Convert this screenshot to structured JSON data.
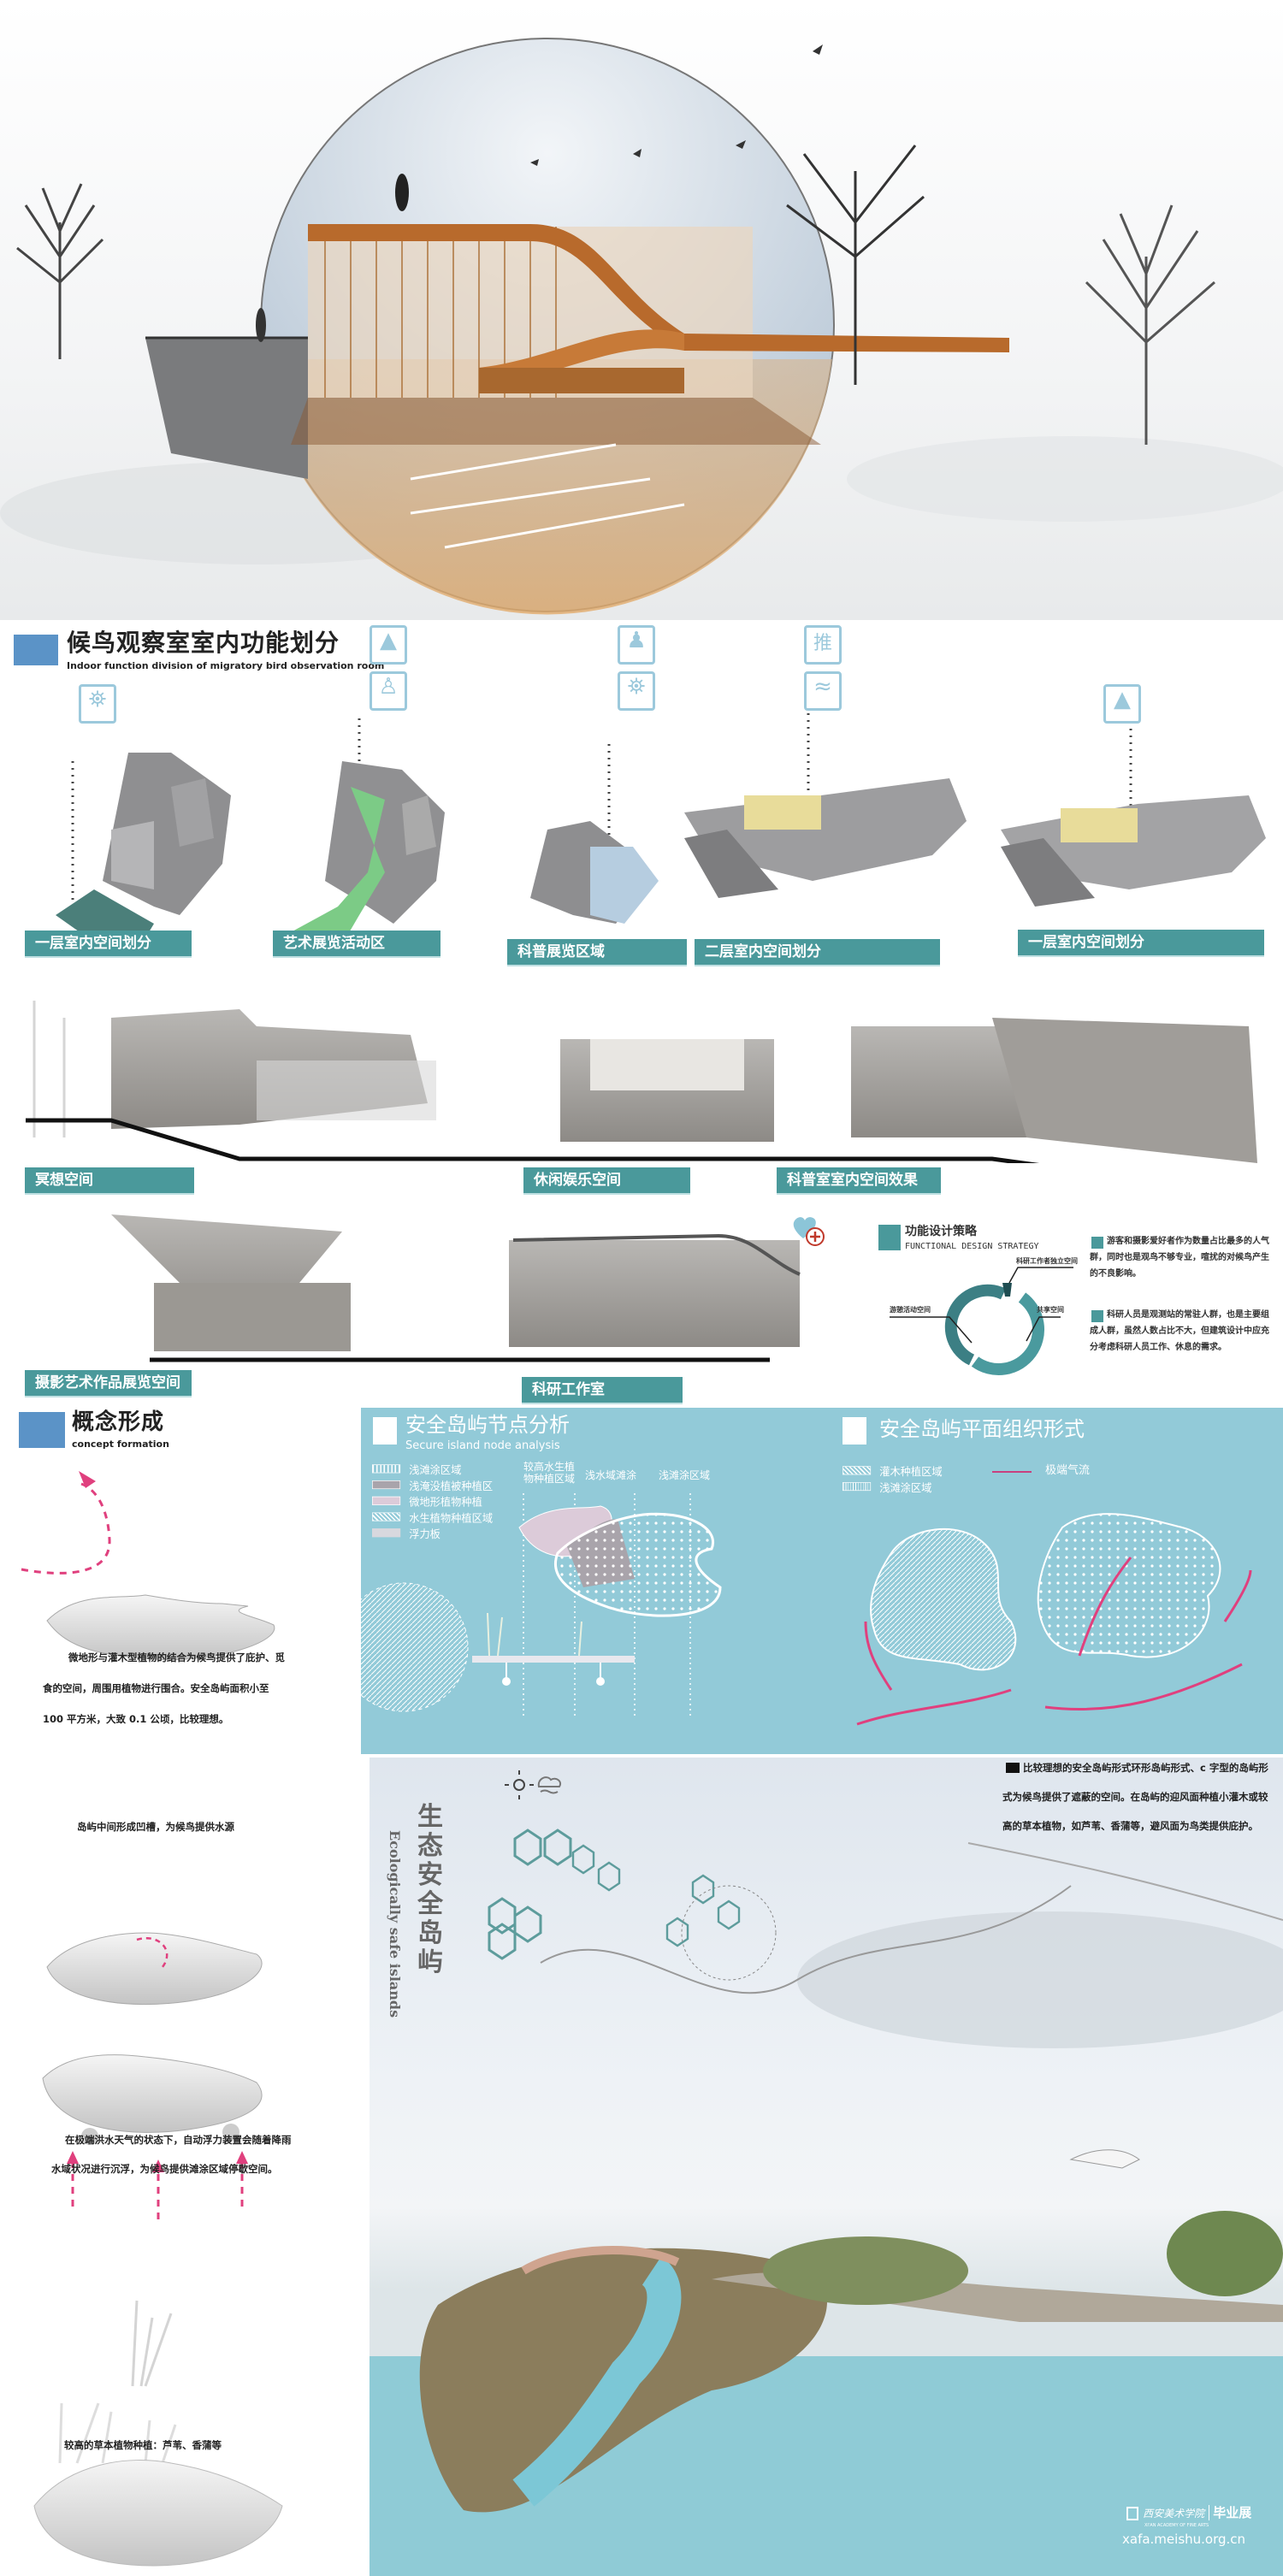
{
  "function_section": {
    "title_cn": "候鸟观察室室内功能划分",
    "title_en": "Indoor function division of migratory bird observation room",
    "diagrams": [
      {
        "label": "一层室内空间划分",
        "icons": [
          "telescope-icon"
        ]
      },
      {
        "label": "艺术展览活动区",
        "icons": [
          "picture-icon",
          "person-icon"
        ]
      },
      {
        "label": "科普展览区域",
        "icons": [
          "reading-person-icon",
          "telescope-icon"
        ]
      },
      {
        "label": "二层室内空间划分",
        "icons": [
          "activity-icon",
          "bird-icon"
        ]
      },
      {
        "label": "一层室内空间划分",
        "icons": [
          "picture-icon"
        ]
      }
    ]
  },
  "spaces": {
    "meditation": "冥想空间",
    "leisure": "休闲娱乐空间",
    "science_interior": "科普室室内空间效果",
    "photo_gallery": "摄影艺术作品展览空间",
    "research_studio": "科研工作室"
  },
  "strategy": {
    "title_cn": "功能设计策略",
    "title_en": "FUNCTIONAL DESIGN STRATEGY",
    "donut_labels": [
      "科研工作者独立空间",
      "游憩活动空间",
      "共享空间"
    ],
    "note_1": "游客和摄影爱好者作为数量占比最多的人气群，同时也是观鸟不够专业，喧扰的对候鸟产生的不良影响。",
    "note_2": "科研人员是观测站的常驻人群，也是主要组成人群，虽然人数占比不大，但建筑设计中应充分考虑科研人员工作、休息的需求。",
    "colors": {
      "shared": "#4a9a9e",
      "leisure": "#3c7f84",
      "research": "#1f4d52"
    }
  },
  "concept": {
    "title_cn": "概念形成",
    "title_en": "concept formation",
    "text_1": "微地形与灌木型植物的结合为候鸟提供了庇护、觅食的空间，周围用植物进行围合。安全岛屿面积小至 100 平方米，大致 0.1 公顷，比较理想。",
    "text_2": "岛屿中间形成凹槽，为候鸟提供水源",
    "text_3": "在极端洪水天气的状态下，自动浮力装置会随着降雨水域状况进行沉浮，为候鸟提供滩涂区域停歇空间。",
    "text_4": "较高的草本植物种植：芦苇、香蒲等"
  },
  "node_analysis": {
    "title_cn": "安全岛屿节点分析",
    "title_en": "Secure island node analysis",
    "legend": [
      "浅滩涂区域",
      "浅淹没植被种植区",
      "微地形植物种植",
      "水生植物种植区域",
      "浮力板"
    ],
    "callouts": [
      "较高水生植物种植区域",
      "浅水域滩涂",
      "浅滩涂区域"
    ]
  },
  "plan_form": {
    "title_cn": "安全岛屿平面组织形式",
    "legend": [
      "灌木种植区域",
      "浅滩涂区域"
    ],
    "arrow_label": "极端气流"
  },
  "ecology": {
    "title_cn": "生态安全岛屿",
    "title_en": "Ecologically safe islands",
    "description": "比较理想的安全岛屿形式环形岛屿形式、c 字型的岛屿形式为候鸟提供了遮蔽的空间。在岛屿的迎风面种植小灌木或较高的草本植物，如芦苇、香蒲等，避风面为鸟类提供庇护。"
  },
  "watermark": {
    "school": "西安美术学院",
    "school_en": "XI'AN ACADEMY OF FINE ARTS",
    "tag": "毕业展",
    "url": "xafa.meishu.org.cn"
  },
  "colors": {
    "teal_label": "#4a999b",
    "section_square": "#5b93c7",
    "panel_blue": "#92cad8",
    "arrow_pink": "#e0407e"
  }
}
